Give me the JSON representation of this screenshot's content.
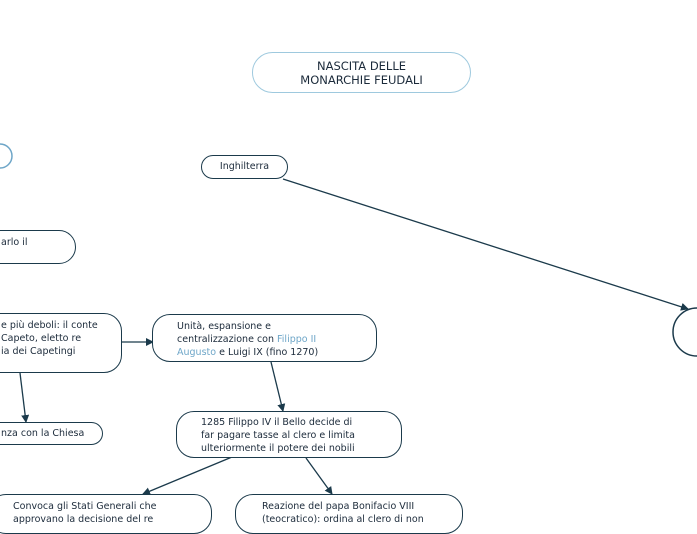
{
  "root": {
    "line1": "NASCITA DELLE",
    "line2": "MONARCHIE FEUDALI"
  },
  "nodes": {
    "inghilterra": "Inghilterra",
    "carlo": "arlo il",
    "capetingi": {
      "line1": "e più deboli: il conte",
      "line2": "Capeto, eletto re",
      "line3": "ia dei Capetingi"
    },
    "chiesa": "nza con la Chiesa",
    "unita": {
      "line1": "Unità, espansione e",
      "line2_pre": "centralizzazione con ",
      "line2_link": "Filippo II",
      "line3_link": "Augusto",
      "line3_post": " e Luigi IX (fino 1270)"
    },
    "filippo_iv": {
      "line1": "1285 Filippo IV il Bello decide di",
      "line2": "far pagare tasse al clero e limita",
      "line3": "ulteriormente il potere dei nobili"
    },
    "stati_generali": {
      "line1": "Convoca gli Stati Generali che",
      "line2": "approvano la decisione del re"
    },
    "bonifacio": {
      "line1": "Reazione del papa Bonifacio VIII",
      "line2": "(teocratico): ordina al clero di non"
    }
  },
  "colors": {
    "node_border": "#1b3a4b",
    "root_border": "#9ec9de",
    "link_text": "#6ea6c8",
    "edge": "#1b3a4b"
  }
}
